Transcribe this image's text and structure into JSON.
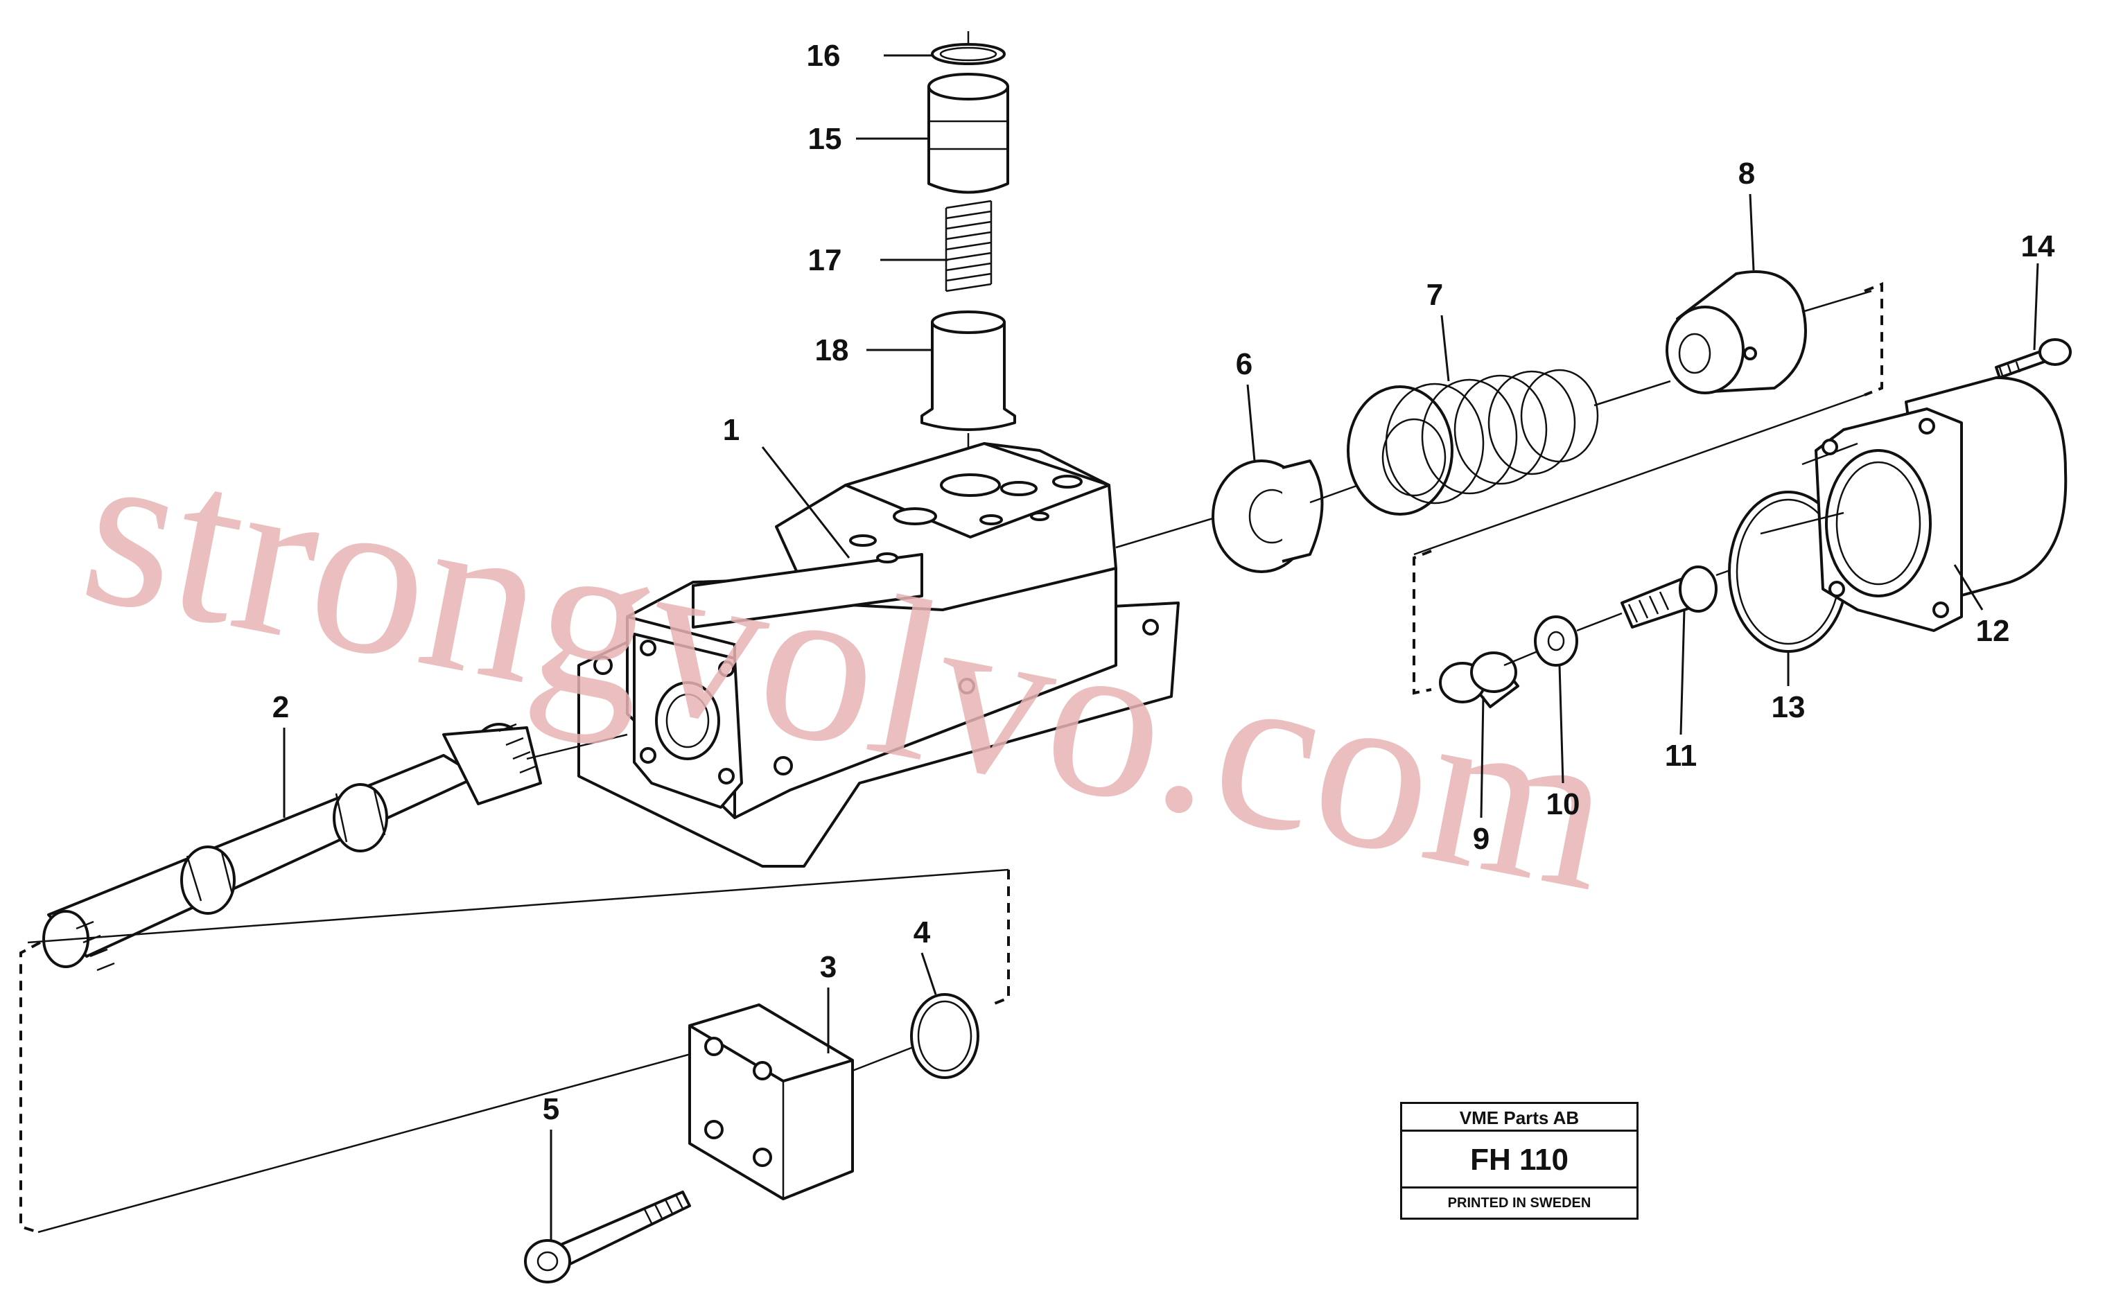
{
  "callouts": [
    {
      "id": "1",
      "label": "1"
    },
    {
      "id": "2",
      "label": "2"
    },
    {
      "id": "3",
      "label": "3"
    },
    {
      "id": "4",
      "label": "4"
    },
    {
      "id": "5",
      "label": "5"
    },
    {
      "id": "6",
      "label": "6"
    },
    {
      "id": "7",
      "label": "7"
    },
    {
      "id": "8",
      "label": "8"
    },
    {
      "id": "9",
      "label": "9"
    },
    {
      "id": "10",
      "label": "10"
    },
    {
      "id": "11",
      "label": "11"
    },
    {
      "id": "12",
      "label": "12"
    },
    {
      "id": "13",
      "label": "13"
    },
    {
      "id": "14",
      "label": "14"
    },
    {
      "id": "15",
      "label": "15"
    },
    {
      "id": "16",
      "label": "16"
    },
    {
      "id": "17",
      "label": "17"
    },
    {
      "id": "18",
      "label": "18"
    }
  ],
  "stamp": {
    "company": "VME Parts AB",
    "code": "FH 110",
    "printed": "PRINTED IN SWEDEN"
  },
  "watermark": {
    "text": "strongvolvo.com",
    "color": "#e8b4b4"
  }
}
